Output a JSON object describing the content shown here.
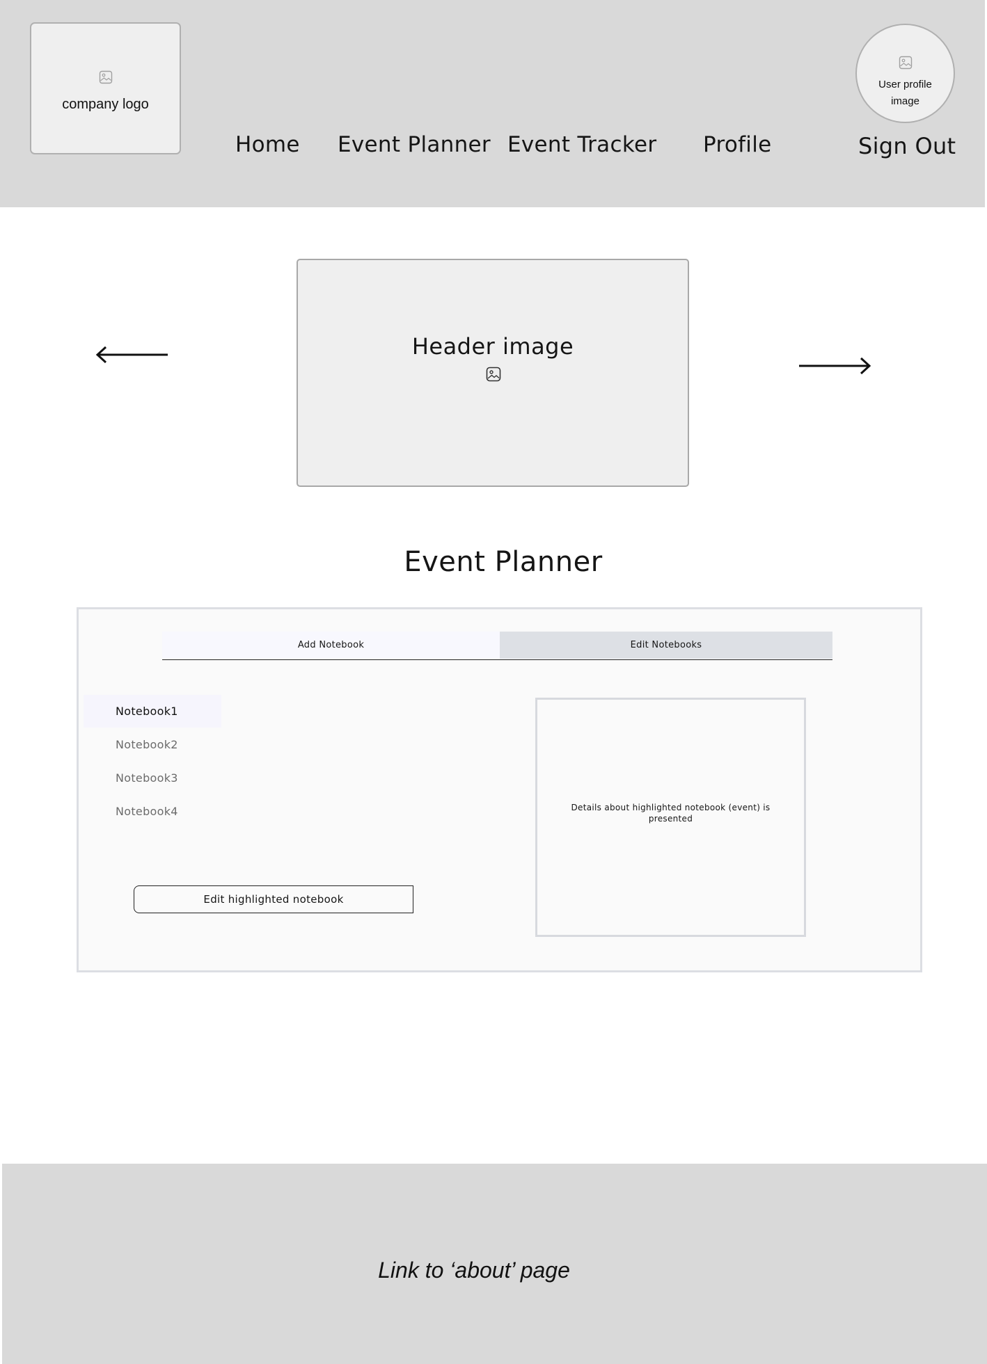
{
  "header": {
    "logo_label": "company logo",
    "nav": {
      "home": "Home",
      "event_planner": "Event Planner",
      "event_tracker": "Event Tracker",
      "profile": "Profile",
      "sign_out": "Sign Out"
    },
    "avatar_label": "User profile image"
  },
  "carousel": {
    "image_label": "Header image",
    "prev_icon": "arrow-left-icon",
    "next_icon": "arrow-right-icon"
  },
  "main": {
    "title": "Event Planner",
    "tabs": [
      {
        "label": "Add Notebook",
        "selected": false
      },
      {
        "label": "Edit Notebooks",
        "selected": true
      }
    ],
    "notebooks": [
      {
        "label": "Notebook1",
        "highlighted": true
      },
      {
        "label": "Notebook2",
        "highlighted": false
      },
      {
        "label": "Notebook3",
        "highlighted": false
      },
      {
        "label": "Notebook4",
        "highlighted": false
      }
    ],
    "edit_button_label": "Edit highlighted notebook",
    "details_text": "Details about highlighted notebook (event) is presented"
  },
  "footer": {
    "about_link": "Link to ‘about’ page"
  },
  "colors": {
    "header_bg": "#d9d9d9",
    "placeholder_bg": "#efefef",
    "panel_bg": "#fafafa",
    "selected_tab_bg": "#dde0e5",
    "highlight_bg": "#f6f5fd"
  }
}
